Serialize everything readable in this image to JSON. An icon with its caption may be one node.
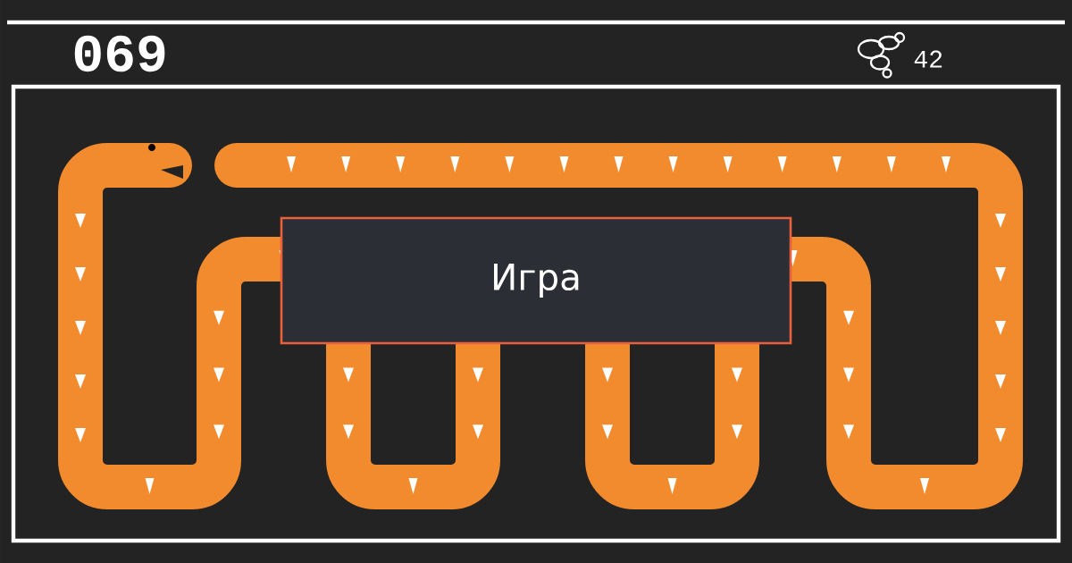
{
  "diagram": {
    "nodes": [
      {
        "text": [
          "Игра"
        ]
      }
    ],
    "labels": [
      "069",
      "42"
    ]
  }
}
